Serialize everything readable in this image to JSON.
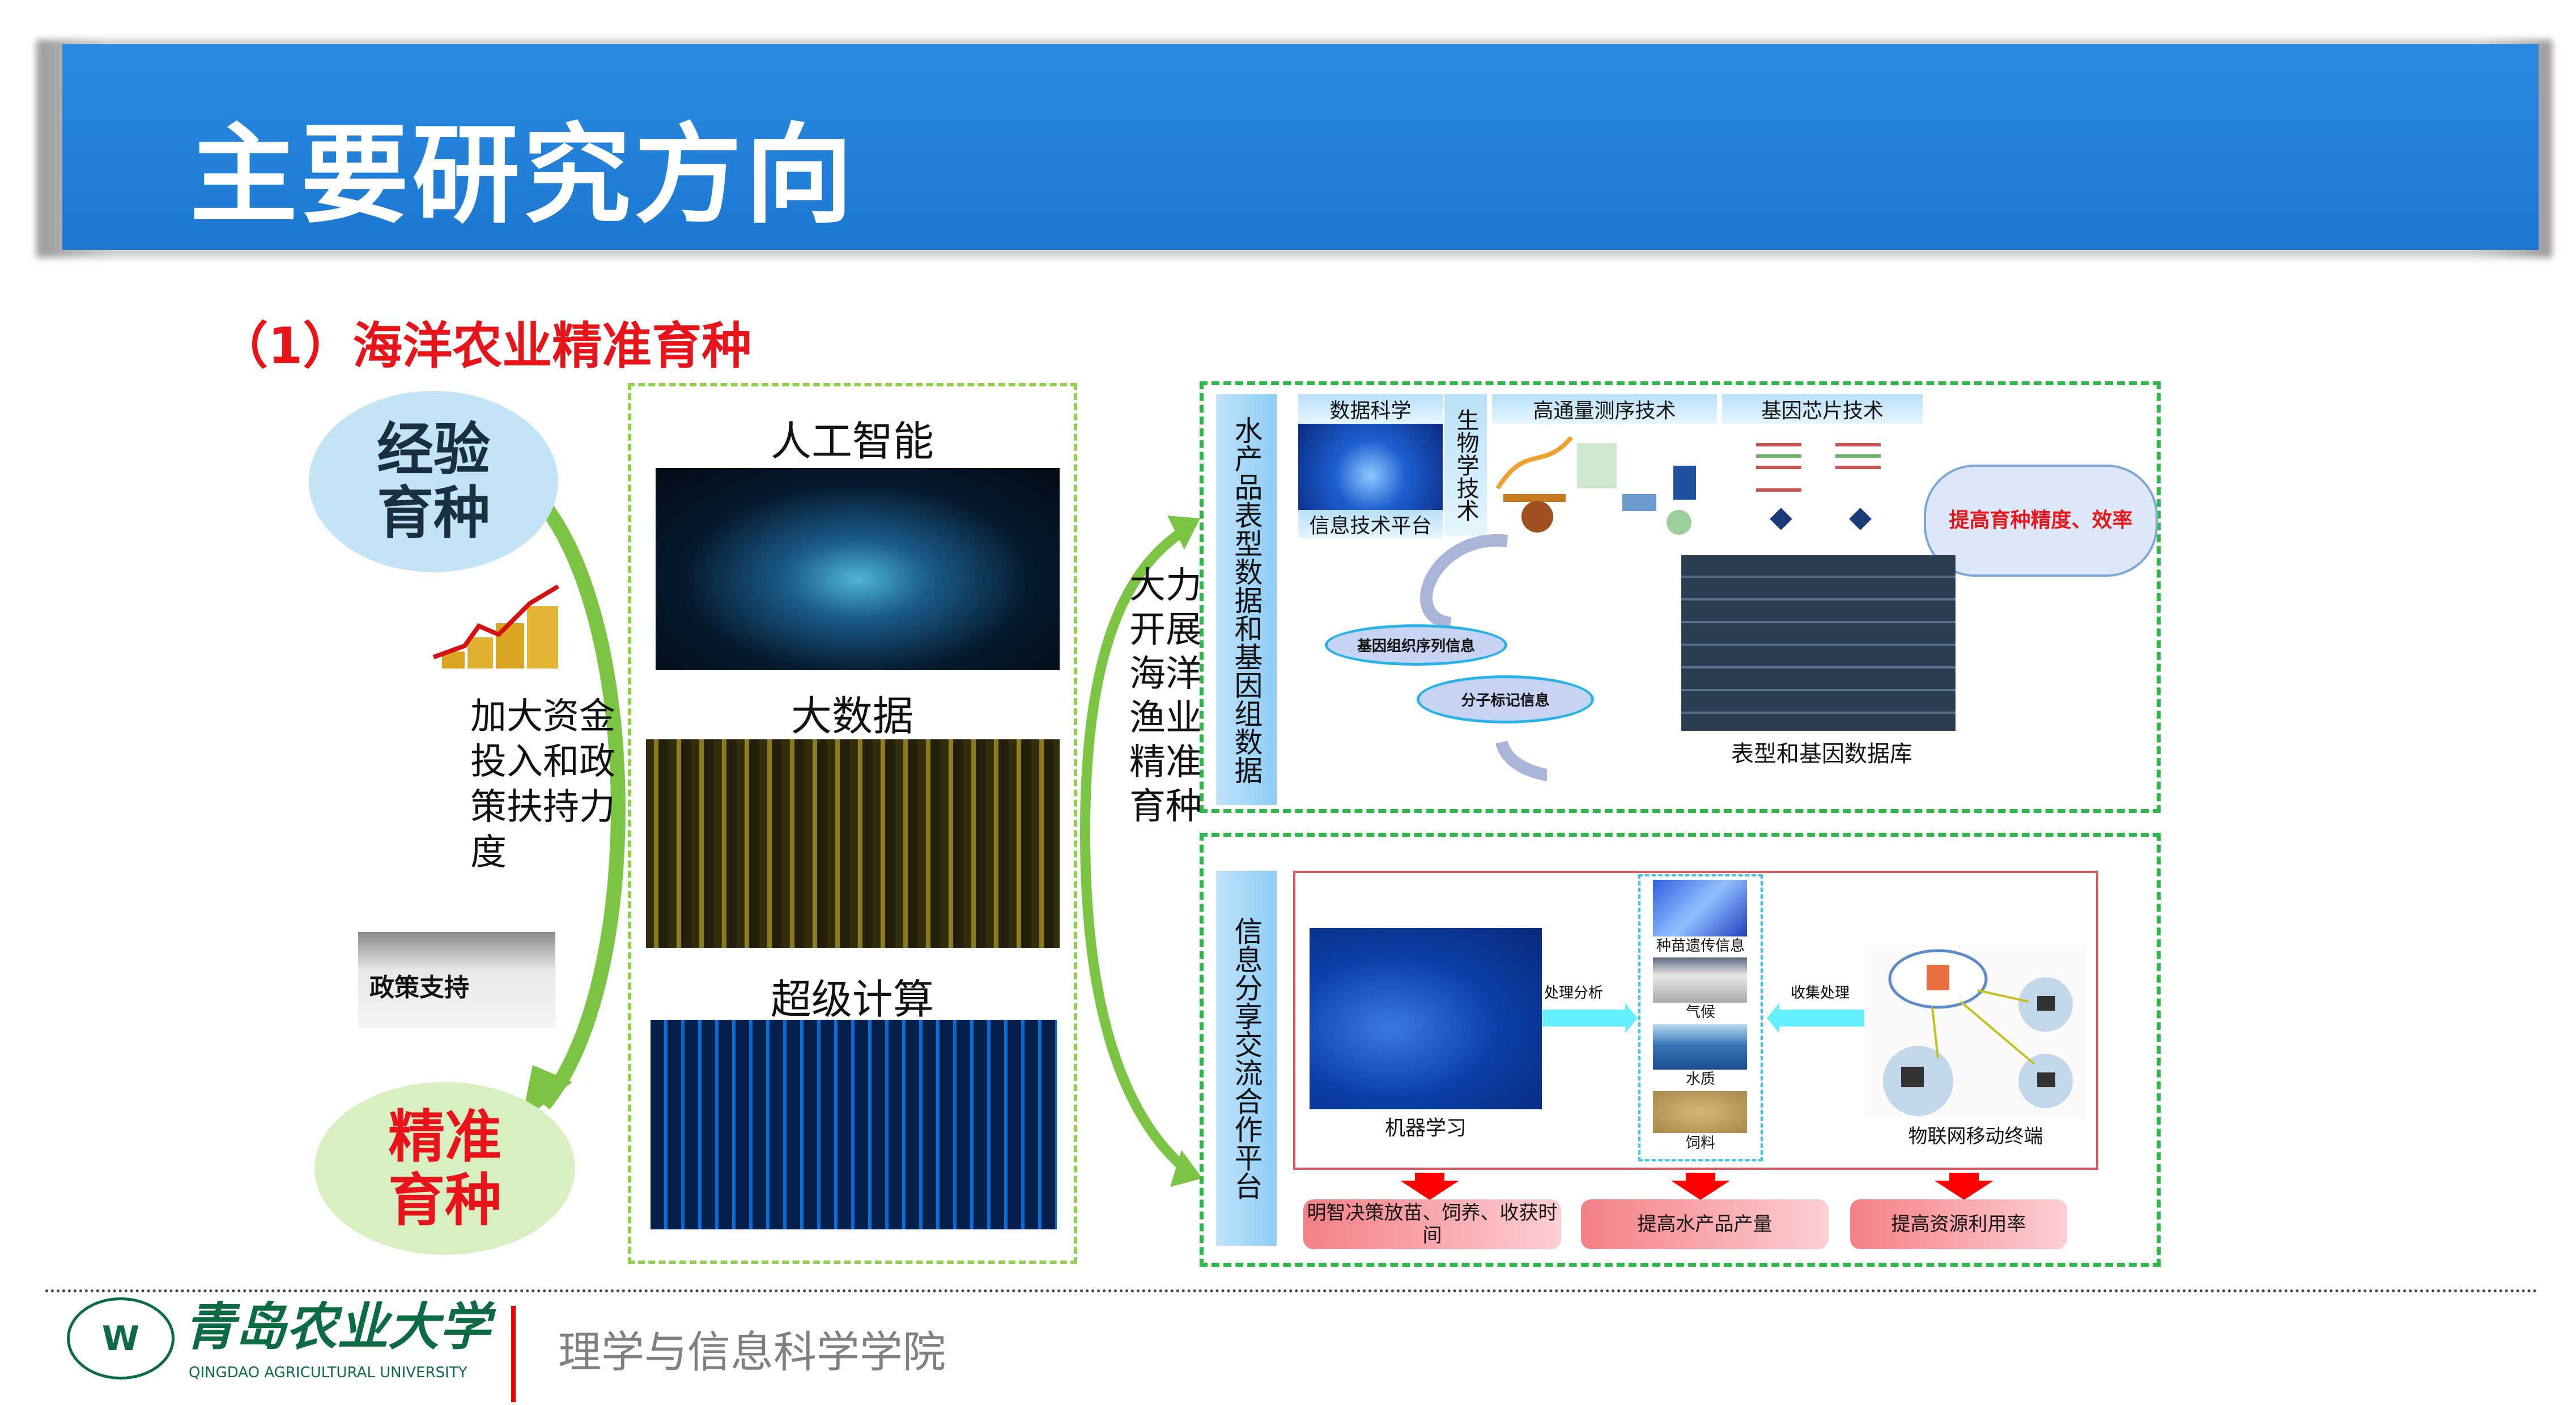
{
  "header": {
    "title": "主要研究方向"
  },
  "section": {
    "subtitle": "（1）海洋农业精准育种"
  },
  "left": {
    "experience_breeding": [
      "经验",
      "育种"
    ],
    "precision_breeding": [
      "精准",
      "育种"
    ],
    "funding_text": "加大资金投入和政策扶持力度",
    "policy_image_text": "政策支持"
  },
  "middle": {
    "labels": [
      "人工智能",
      "大数据",
      "超级计算"
    ]
  },
  "connector_text": "大力开展海洋渔业精准育种",
  "top_panel": {
    "side_label": "水产品表型数据和基因组数据",
    "data_science": "数据科学",
    "info_platform": "信息技术平台",
    "biotech": "生物学技术",
    "sequencing": "高通量测序技术",
    "gene_chip": "基因芯片技术",
    "cloud_text": "提高育种精度、效率",
    "oval1": "基因组织序列信息",
    "oval2": "分子标记信息",
    "database_label": "表型和基因数据库"
  },
  "bottom_panel": {
    "side_label": "信息分享交流合作平台",
    "machine_learning": "机器学习",
    "process_analyze": "处理分析",
    "collect_process": "收集处理",
    "thumbs": [
      "种苗遗传信息",
      "气候",
      "水质",
      "饲料"
    ],
    "iot": "物联网移动终端",
    "outcomes": [
      "明智决策放苗、饲养、收获时间",
      "提高水产品产量",
      "提高资源利用率"
    ]
  },
  "footer": {
    "university_cn": "青岛农业大学",
    "university_en": "QINGDAO AGRICULTURAL UNIVERSITY",
    "college": "理学与信息科学学院"
  },
  "colors": {
    "banner": "#1f7fd8",
    "accent_red": "#e8141a",
    "dashed_green": "#2eb84a",
    "logo_green": "#0d6b44"
  }
}
